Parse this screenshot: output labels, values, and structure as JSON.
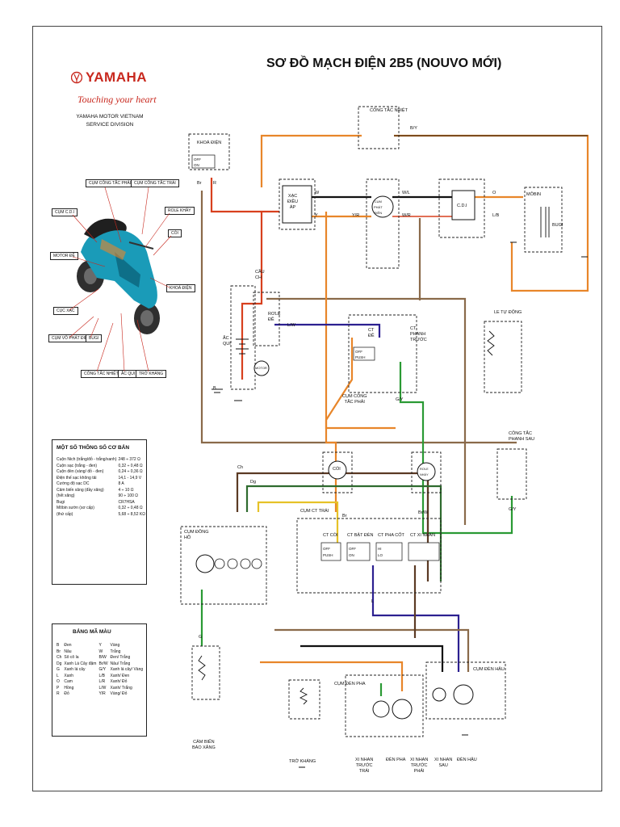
{
  "brand": {
    "name": "YAMAHA",
    "tagline": "Touching your heart",
    "company": "YAMAHA MOTOR VIETNAM",
    "division": "SERVICE DIVISION"
  },
  "title": "SƠ ĐỒ MẠCH ĐIỆN 2B5 (NOUVO MỚI)",
  "bike_callouts": {
    "right_switch": "CỤM CÔNG TẮC PHẢI",
    "left_switch": "CỤM CÔNG TẮC TRÁI",
    "cdi": "CỤM C.D.I",
    "relay": "ROLE KHẢY",
    "horn": "CÒI",
    "starter": "MOTOR ĐỀ",
    "ignition": "KHOÁ ĐIỆN",
    "rectifier": "CỤC XẠC",
    "magneto": "CỤM VÔ PHÁT ĐIỆN",
    "plug": "BUGI",
    "thermo": "CÔNG TẮC NHIỆT",
    "battery": "ẮC QUI",
    "resistor": "TRỞ KHÁNG"
  },
  "specs": {
    "heading": "MỘT SỐ THÔNG SỐ CƠ BẢN",
    "rows": [
      {
        "k": "Cuộn Nich (trắng/đỏ - trắng/xanh)",
        "v": "248 ÷ 372 Ω"
      },
      {
        "k": "Cuộn sạc (trắng - đen)",
        "v": "0,32 ÷ 0,48 Ω"
      },
      {
        "k": "Cuộn đèn (vàng/ đỏ - đen)",
        "v": "0,24 ÷ 0,36 Ω"
      },
      {
        "k": "Điện thế sạc không tải",
        "v": "14,1 - 14,9 V"
      },
      {
        "k": "Cường độ sạc DC",
        "v": "8 A"
      },
      {
        "k": "Cảm biến xăng (đầy xăng)",
        "v": "4 ÷ 10 Ω"
      },
      {
        "k": "(hết xăng)",
        "v": "90 ÷ 100 Ω"
      },
      {
        "k": "Bugi",
        "v": "CR7HSA"
      },
      {
        "k": "Môbin sườn (sơ cấp)",
        "v": "0,32 ÷ 0,48 Ω"
      },
      {
        "k": "(thứ cấp)",
        "v": "5,68 ÷ 8,52 KΩ"
      }
    ]
  },
  "legend": {
    "heading": "BẢNG MÃ MÀU",
    "rows": [
      {
        "c1": "B",
        "n1": "Đen",
        "c2": "Y",
        "n2": "Vàng"
      },
      {
        "c1": "Br",
        "n1": "Nâu",
        "c2": "W",
        "n2": "Trắng"
      },
      {
        "c1": "Ch",
        "n1": "Sô cô la",
        "c2": "B/W",
        "n2": "Đen/ Trắng"
      },
      {
        "c1": "Dg",
        "n1": "Xanh Lá Cây đậm",
        "c2": "Br/W",
        "n2": "Nâu/ Trắng"
      },
      {
        "c1": "G",
        "n1": "Xanh lá cây",
        "c2": "G/Y",
        "n2": "Xanh lá cây/ Vàng"
      },
      {
        "c1": "L",
        "n1": "Xanh",
        "c2": "L/B",
        "n2": "Xanh/ Đen"
      },
      {
        "c1": "O",
        "n1": "Cam",
        "c2": "L/R",
        "n2": "Xanh/ Đỏ"
      },
      {
        "c1": "P",
        "n1": "Hồng",
        "c2": "L/W",
        "n2": "Xanh/ Trắng"
      },
      {
        "c1": "R",
        "n1": "Đỏ",
        "c2": "Y/R",
        "n2": "Vàng/ Đỏ"
      }
    ]
  },
  "components": {
    "ignition_switch": "KHOÁ ĐIỆN",
    "thermo_switch": "CÔNG TẮC NHIỆT",
    "rectifier": "XẠC\nĐIỀU\nÁP",
    "magneto": "CỤM\nPHÁT\nĐIỆN",
    "cdi": "C.D.I",
    "coil": "MÔBIN",
    "plug": "BUGI",
    "fuse": "CẦU\nCH",
    "starter_relay": "RƠLE\nĐỀ",
    "battery": "ẮC\nQUI",
    "starter_motor": "MOTOR",
    "start_switch": "CT\nĐỀ",
    "front_brake": "CT\nPHANH\nTRƯỚC",
    "right_switch_group": "CỤM CÔNG\nTẮC PHẢI",
    "choke": "LE TỰ ĐỘNG",
    "rear_brake": "CÔNG TẮC\nPHANH SAU",
    "horn": "CÒI",
    "flasher": "RƠLE\nNHÁY",
    "left_switch_group": "CỤM CT TRÁI",
    "horn_switch": "CT CÒI",
    "dimmer_switch": "CT PHA CỐT",
    "light_switch": "CT BẬT ĐÈN",
    "turn_switch": "CT XI NHAN",
    "meter_group": "CỤM ĐỒNG\nHỒ",
    "fuel_sender": "CẢM BIẾN\nBÁO XĂNG",
    "resistor": "TRỞ KHÁNG",
    "headlight_group": "CỤM ĐÈN PHA",
    "tail_group": "CỤM ĐÈN HẬU",
    "front_left_turn": "XI NHAN\nTRƯỚC\nTRÁI",
    "headlight": "ĐÈN PHA",
    "front_right_turn": "XI NHAN\nTRƯỚC\nPHẢI",
    "rear_turn": "XI NHAN\nSAU",
    "tail_light": "ĐÈN HẬU"
  },
  "wire_labels": [
    "Br",
    "R",
    "W",
    "Y",
    "W/L",
    "W/R",
    "Y/R",
    "O",
    "L/B",
    "B/Y",
    "Br/W",
    "G/Y",
    "L/W",
    "Ch",
    "Dg",
    "Br",
    "G",
    "L",
    "B",
    "G/Y"
  ],
  "switch_states": {
    "off": "OFF",
    "on": "ON",
    "push": "PUSH",
    "hi": "HI",
    "lo": "LO"
  },
  "colors": {
    "red": "#d8401e",
    "orange": "#e8862a",
    "brown": "#8a6a4a",
    "black": "#111111",
    "blue": "#2c2090",
    "green": "#2a9a34",
    "yellow": "#e6c228",
    "dark_green": "#2e6b2e",
    "chocolate": "#5b3a24",
    "logo_red": "#c8281e"
  }
}
